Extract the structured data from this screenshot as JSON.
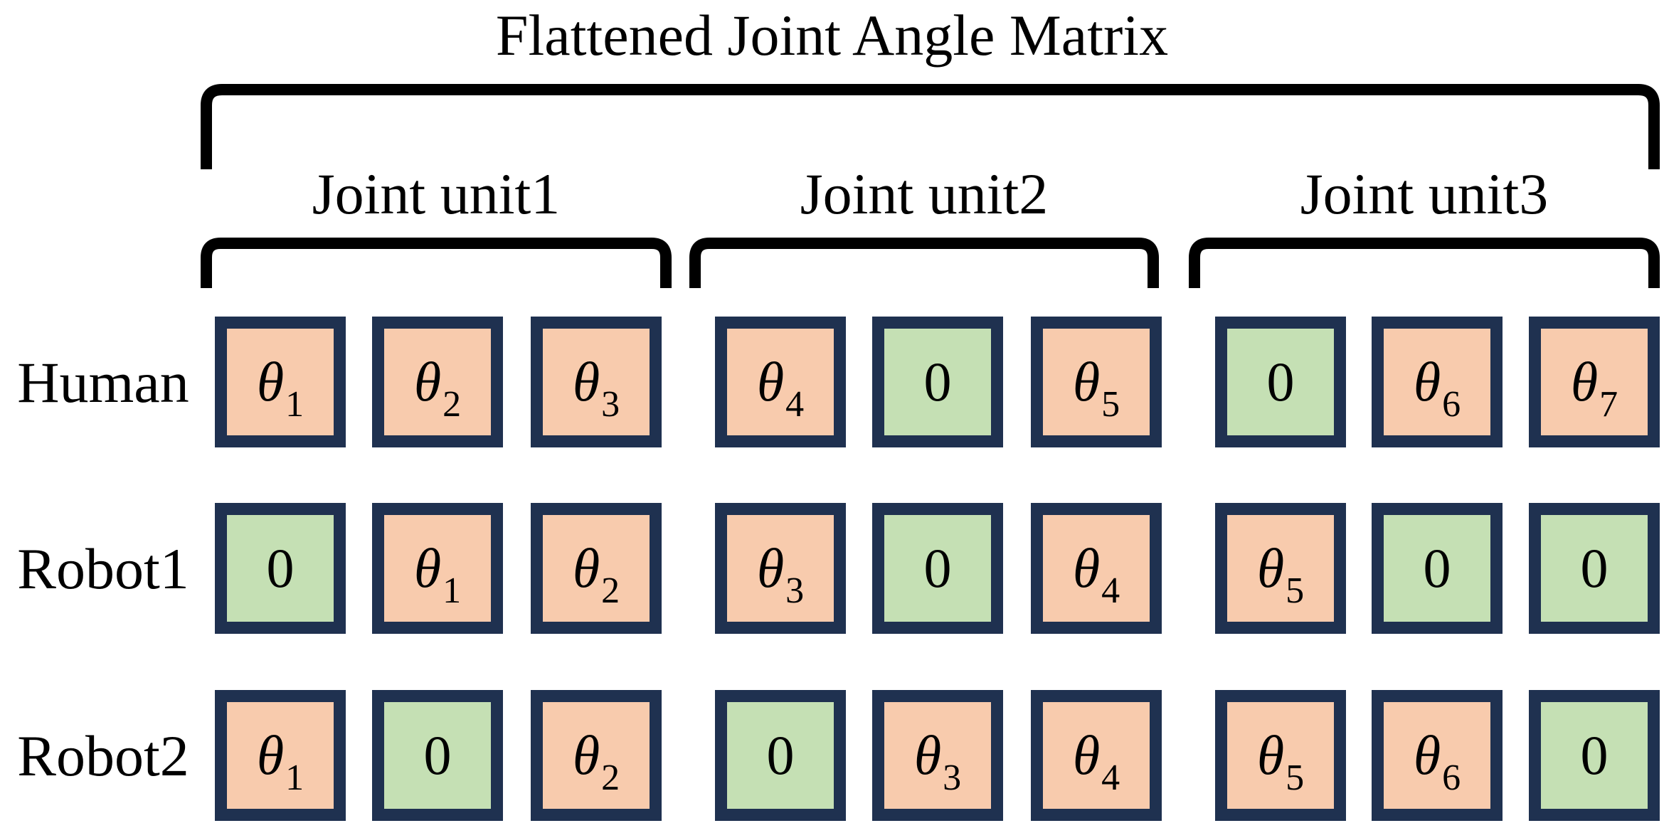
{
  "title": "Flattened Joint Angle Matrix",
  "units": [
    "Joint unit1",
    "Joint unit2",
    "Joint unit3"
  ],
  "colors": {
    "theta_fill": "#f8cbad",
    "zero_fill": "#c5e0b4",
    "cell_border": "#1f3150",
    "bracket": "#000000"
  },
  "rows": [
    {
      "label": "Human",
      "cells": [
        {
          "type": "theta",
          "symbol": "θ",
          "sub": "1"
        },
        {
          "type": "theta",
          "symbol": "θ",
          "sub": "2"
        },
        {
          "type": "theta",
          "symbol": "θ",
          "sub": "3"
        },
        {
          "type": "theta",
          "symbol": "θ",
          "sub": "4"
        },
        {
          "type": "zero",
          "symbol": "0",
          "sub": ""
        },
        {
          "type": "theta",
          "symbol": "θ",
          "sub": "5"
        },
        {
          "type": "zero",
          "symbol": "0",
          "sub": ""
        },
        {
          "type": "theta",
          "symbol": "θ",
          "sub": "6"
        },
        {
          "type": "theta",
          "symbol": "θ",
          "sub": "7"
        }
      ]
    },
    {
      "label": "Robot1",
      "cells": [
        {
          "type": "zero",
          "symbol": "0",
          "sub": ""
        },
        {
          "type": "theta",
          "symbol": "θ",
          "sub": "1"
        },
        {
          "type": "theta",
          "symbol": "θ",
          "sub": "2"
        },
        {
          "type": "theta",
          "symbol": "θ",
          "sub": "3"
        },
        {
          "type": "zero",
          "symbol": "0",
          "sub": ""
        },
        {
          "type": "theta",
          "symbol": "θ",
          "sub": "4"
        },
        {
          "type": "theta",
          "symbol": "θ",
          "sub": "5"
        },
        {
          "type": "zero",
          "symbol": "0",
          "sub": ""
        },
        {
          "type": "zero",
          "symbol": "0",
          "sub": ""
        }
      ]
    },
    {
      "label": "Robot2",
      "cells": [
        {
          "type": "theta",
          "symbol": "θ",
          "sub": "1"
        },
        {
          "type": "zero",
          "symbol": "0",
          "sub": ""
        },
        {
          "type": "theta",
          "symbol": "θ",
          "sub": "2"
        },
        {
          "type": "zero",
          "symbol": "0",
          "sub": ""
        },
        {
          "type": "theta",
          "symbol": "θ",
          "sub": "3"
        },
        {
          "type": "theta",
          "symbol": "θ",
          "sub": "4"
        },
        {
          "type": "theta",
          "symbol": "θ",
          "sub": "5"
        },
        {
          "type": "theta",
          "symbol": "θ",
          "sub": "6"
        },
        {
          "type": "zero",
          "symbol": "0",
          "sub": ""
        }
      ]
    }
  ]
}
